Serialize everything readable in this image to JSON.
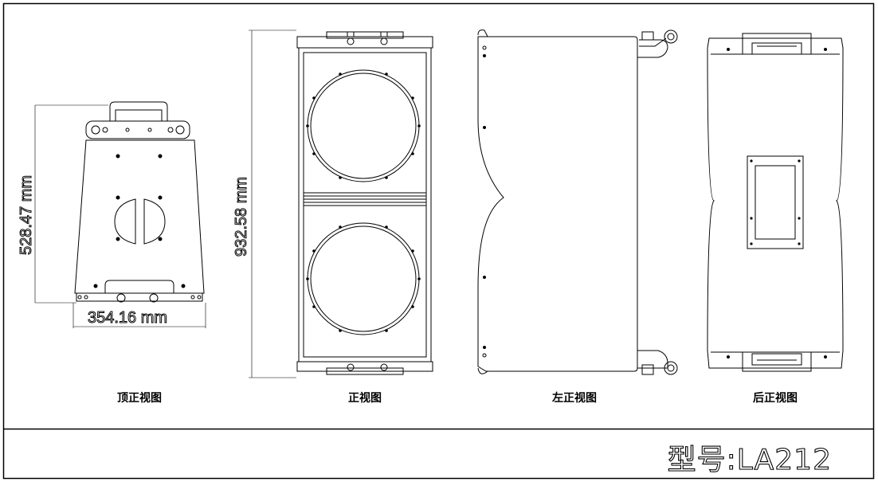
{
  "views": {
    "top": {
      "label": "顶正视图",
      "height_dim": "528.47 mm",
      "width_dim": "354.16 mm"
    },
    "front": {
      "label": "正视图",
      "height_dim": "932.58 mm"
    },
    "left": {
      "label": "左正视图"
    },
    "rear": {
      "label": "后正视图"
    }
  },
  "title_block": {
    "model": "型号:LA212"
  }
}
